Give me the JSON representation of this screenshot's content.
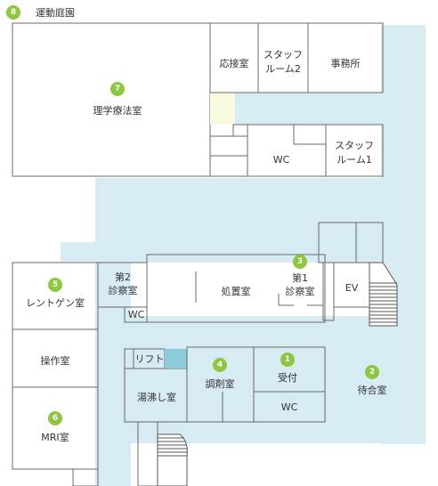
{
  "colors": {
    "corridor": "#d6ebf2",
    "cream": "#fafae0",
    "teal": "#8ccbd9",
    "purple": "#c9afd0",
    "wc": "#d6ebf2",
    "marker": "#8dc63f",
    "wall": "#6a6a6a"
  },
  "legend": {
    "number": "8",
    "label": "運動庭園"
  },
  "rooms": {
    "rehab": {
      "number": "7",
      "label": "理学療法室"
    },
    "reception_room": {
      "label": "応接室"
    },
    "staff2": {
      "line1": "スタッフ",
      "line2": "ルーム2"
    },
    "office": {
      "label": "事務所"
    },
    "wc_top": {
      "label": "WC"
    },
    "staff1": {
      "line1": "スタッフ",
      "line2": "ルーム1"
    },
    "exam2": {
      "line1": "第2",
      "line2": "診察室"
    },
    "wc_small": {
      "label": "WC"
    },
    "treatment": {
      "label": "処置室"
    },
    "exam1": {
      "number": "3",
      "line1": "第1",
      "line2": "診察室"
    },
    "ev": {
      "label": "EV"
    },
    "xray": {
      "number": "5",
      "label": "レントゲン室"
    },
    "control": {
      "label": "操作室"
    },
    "lift": {
      "label": "リフト"
    },
    "bath": {
      "label": "湯沸し室"
    },
    "pharmacy": {
      "number": "4",
      "label": "調剤室"
    },
    "reception": {
      "number": "1",
      "label": "受付"
    },
    "wc_bottom": {
      "label": "WC"
    },
    "waiting": {
      "number": "2",
      "label": "待合室"
    },
    "mri": {
      "number": "6",
      "label": "MRI室"
    }
  }
}
